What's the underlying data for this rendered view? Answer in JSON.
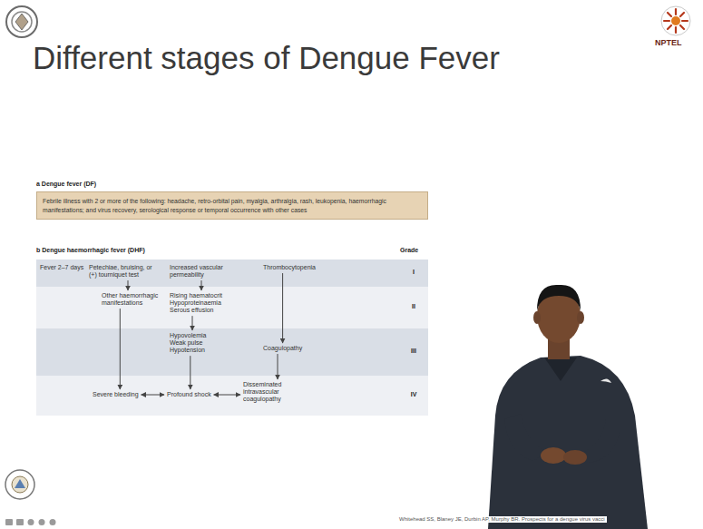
{
  "diagram": {
    "title": "Different stages of Dengue Fever",
    "nodes": [
      {
        "text": [
          "a Dengue fever (DF)",
          "Febrile illness with 2 or more of the following: headache, retro-orbital pain, myalgia, arthralgia, rash, leukopenia, haemorrhagic manifestations; and virus recovery, serological response or temporal occurrence with other cases"
        ]
      },
      {
        "text": [
          "Fever 2–7 days"
        ]
      },
      {
        "text": [
          "Petechiae, bruising, or (+) tourniquet test"
        ]
      },
      {
        "text": [
          "Increased vascular permeability"
        ]
      },
      {
        "text": [
          "Thrombocytopenia"
        ]
      },
      {
        "text": [
          "Other haemorrhagic manifestations"
        ]
      },
      {
        "text": [
          "Rising haematocrit Hypoproteinaemia Serous effusion"
        ]
      },
      {
        "text": [
          "Hypovolemia Weak pulse Hypotension"
        ]
      },
      {
        "text": [
          "Coagulopathy"
        ]
      },
      {
        "text": [
          "Severe bleeding"
        ]
      },
      {
        "text": [
          "Profound shock"
        ]
      },
      {
        "text": [
          "Disseminated intravascular coagulopathy"
        ]
      }
    ],
    "edges": [
      {
        "from": 2,
        "to": 5,
        "arrow": "to"
      },
      {
        "from": 5,
        "to": 9,
        "arrow": "to"
      },
      {
        "from": 3,
        "to": 6,
        "arrow": "to"
      },
      {
        "from": 6,
        "to": 7,
        "arrow": "to"
      },
      {
        "from": 7,
        "to": 10,
        "arrow": "to"
      },
      {
        "from": 4,
        "to": 8,
        "arrow": "to"
      },
      {
        "from": 8,
        "to": 11,
        "arrow": "to"
      },
      {
        "from": 9,
        "to": 10,
        "arrow": "both"
      },
      {
        "from": 10,
        "to": 11,
        "arrow": "both"
      }
    ],
    "labels": [
      "NPTEL",
      "b Dengue haemorrhagic fever (DHF)",
      "Grade",
      "I",
      "II",
      "III",
      "IV",
      "Whitehead SS, Blaney JE, Durbin AP, Murphy BR. Prospects for a dengue virus vacci"
    ]
  }
}
